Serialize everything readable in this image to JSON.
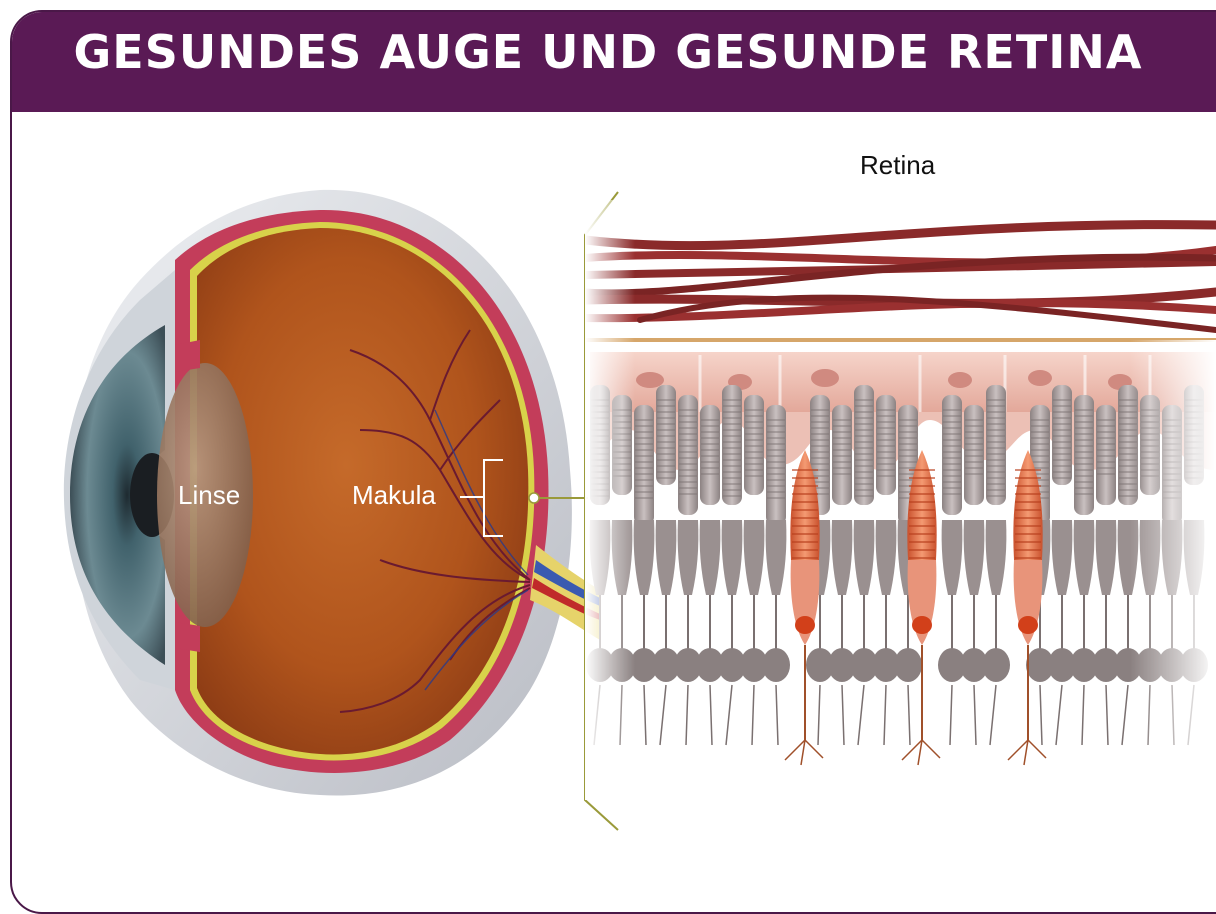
{
  "title": "GESUNDES AUGE UND GESUNDE RETINA",
  "labels": {
    "linse": "Linse",
    "makula": "Makula",
    "retina": "Retina"
  },
  "colors": {
    "header": "#5a1a55",
    "frame": "#4a1848",
    "eye_interior": "#b5561f",
    "sclera": "#d9dbe0",
    "choroid": "#c33d5a",
    "retina_line": "#d8d24a",
    "vessel": "#8a2a2a",
    "cell_gray": "#a69c9c",
    "cell_pink": "#f0c4b9",
    "cone_orange": "#e8704a",
    "bracket": "#9a9a3a"
  },
  "icons": [
    "eye-cross-section-illustration",
    "retina-cell-layer-illustration"
  ]
}
